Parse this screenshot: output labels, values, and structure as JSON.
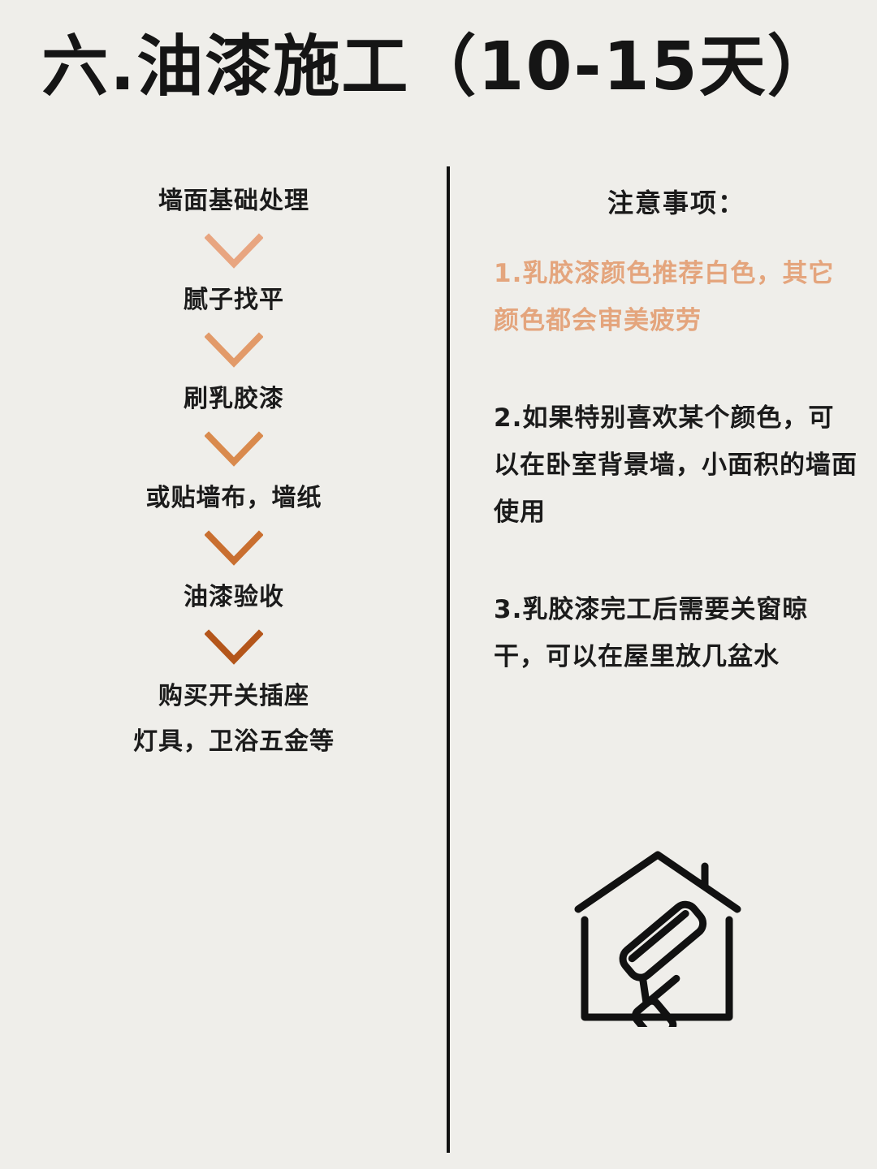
{
  "title": "六.油漆施工（10-15天）",
  "process_steps": [
    "墙面基础处理",
    "腻子找平",
    "刷乳胶漆",
    "或贴墙布，墙纸",
    "油漆验收",
    "购买开关插座\n灯具，卫浴五金等"
  ],
  "arrow_colors": [
    "#e8a580",
    "#e29a69",
    "#d98a4d",
    "#c96f30",
    "#b4561b"
  ],
  "notes": {
    "title": "注意事项：",
    "items": [
      {
        "text": "1.乳胶漆颜色推荐白色，其它颜色都会审美疲劳",
        "color": "#e4a57d"
      },
      {
        "text": "2.如果特别喜欢某个颜色，可以在卧室背景墙，小面积的墙面使用",
        "color": "#1b1b1b"
      },
      {
        "text": "3.乳胶漆完工后需要关窗晾干，可以在屋里放几盆水",
        "color": "#1b1b1b"
      }
    ]
  },
  "icons": {
    "house": "house-paint-roller-icon",
    "arrow": "chevron-down-icon"
  }
}
